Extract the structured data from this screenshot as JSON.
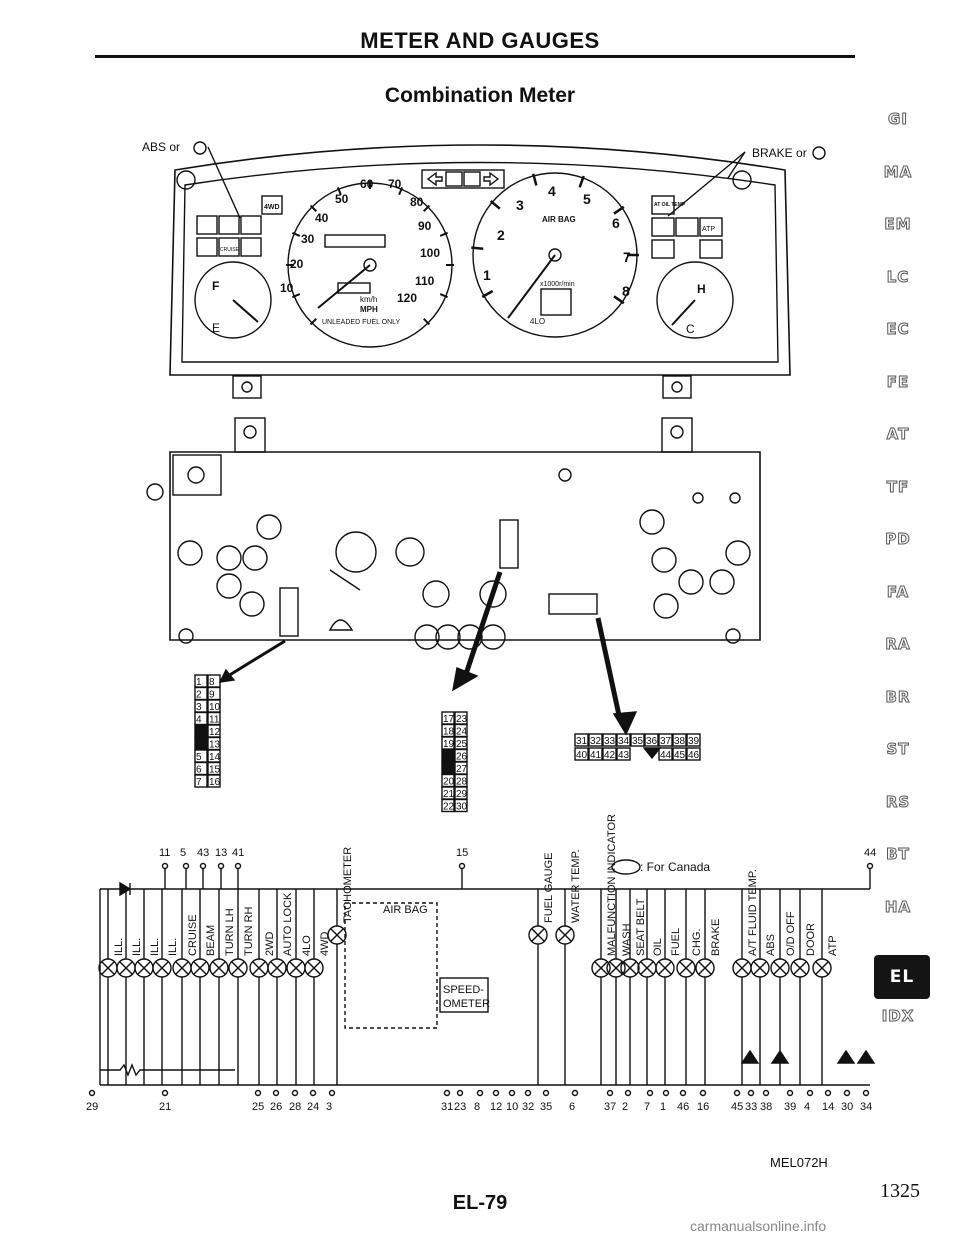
{
  "header": {
    "title": "METER AND GAUGES",
    "subtitle": "Combination Meter"
  },
  "callouts": {
    "abs": "ABS or",
    "brake": "BRAKE or"
  },
  "side_tabs": [
    "GI",
    "MA",
    "EM",
    "LC",
    "EC",
    "FE",
    "AT",
    "TF",
    "PD",
    "FA",
    "RA",
    "BR",
    "ST",
    "RS",
    "BT",
    "HA",
    "EL",
    "IDX"
  ],
  "active_tab": "EL",
  "meter": {
    "speed_labels": [
      "10",
      "20",
      "30",
      "40",
      "50",
      "60",
      "70",
      "80",
      "90",
      "100",
      "110",
      "120"
    ],
    "speed_unit": "km/h",
    "speed_unit_alt": "MPH",
    "fuel_note": "UNLEADED FUEL ONLY",
    "tach_labels": [
      "1",
      "2",
      "3",
      "4",
      "5",
      "6",
      "7",
      "8"
    ],
    "tach_unit": "x1000r/min",
    "airbag_label": "AIR BAG",
    "fuel_marks": [
      "F",
      "E"
    ],
    "temp_marks": [
      "H",
      "C"
    ],
    "indicators_left": [
      "4WD",
      "CRUISE"
    ],
    "indicators_right": [
      "AT OIL TEMP",
      "ATP"
    ],
    "bottom_badge": "4LO"
  },
  "connectors": {
    "c1_rows": [
      [
        "1",
        "8"
      ],
      [
        "2",
        "9"
      ],
      [
        "3",
        "10"
      ],
      [
        "4",
        "11"
      ],
      [
        "",
        "12"
      ],
      [
        "",
        "13"
      ],
      [
        "5",
        "14"
      ],
      [
        "6",
        "15"
      ],
      [
        "7",
        "16"
      ]
    ],
    "c2_rows": [
      [
        "17",
        "23"
      ],
      [
        "18",
        "24"
      ],
      [
        "19",
        "25"
      ],
      [
        "",
        "26"
      ],
      [
        "",
        "27"
      ],
      [
        "20",
        "28"
      ],
      [
        "21",
        "29"
      ],
      [
        "22",
        "30"
      ]
    ],
    "c3_top": [
      "31",
      "32",
      "33",
      "34",
      "35",
      "36",
      "37",
      "38",
      "39"
    ],
    "c3_bottom": [
      "40",
      "41",
      "42",
      "43",
      "",
      "44",
      "45",
      "46"
    ]
  },
  "schematic": {
    "top_pins": [
      "11",
      "5",
      "43",
      "13",
      "41",
      "15",
      "44"
    ],
    "legend": ": For Canada",
    "airbag_box": "AIR BAG",
    "speedometer_box": [
      "SPEED-",
      "OMETER"
    ],
    "lamp_labels": [
      "ILL.",
      "ILL.",
      "ILL.",
      "ILL.",
      "CRUISE",
      "BEAM",
      "TURN LH",
      "TURN RH",
      "2WD",
      "AUTO LOCK",
      "4LO",
      "4WD",
      "TACHOMETER",
      "FUEL GAUGE",
      "WATER TEMP.",
      "MALFUNCTION INDICATOR",
      "WASH",
      "SEAT BELT",
      "OIL",
      "FUEL",
      "CHG.",
      "BRAKE",
      "A/T FLUID TEMP.",
      "ABS",
      "O/D OFF",
      "DOOR",
      "ATP"
    ],
    "bottom_pins": [
      "29",
      "21",
      "25",
      "26",
      "28",
      "24",
      "3",
      "31",
      "23",
      "8",
      "12",
      "10",
      "32",
      "35",
      "6",
      "37",
      "2",
      "7",
      "1",
      "46",
      "16",
      "45",
      "33",
      "38",
      "39",
      "4",
      "14",
      "30",
      "34"
    ]
  },
  "footer": {
    "caption": "MEL072H",
    "page_code": "EL-79",
    "page_number": "1325",
    "watermark": "carmanualsonline.info"
  }
}
